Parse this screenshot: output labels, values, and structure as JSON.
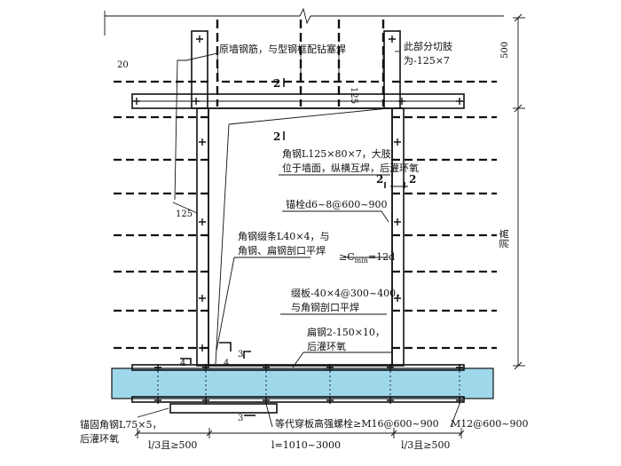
{
  "annotations": {
    "original_rebar": "原墙钢筋，与型钢框配钻塞焊",
    "cut_leg_line1": "此部分切肢",
    "cut_leg_line2": "为-125×7",
    "angle_main_line1": "角钢L125×80×7，大肢",
    "angle_main_line2": "位于墙面，纵横互焊，后灌环氧",
    "anchor_bolt": "锚栓d6~8@600~900",
    "batten_line1": "角钢缀条L40×4，与",
    "batten_line2": "角钢、扁钢剖口平焊",
    "cmin": "≥C",
    "cmin_sub": "min",
    "cmin_tail": "=12d",
    "plate_line1": "缀板-40×4@300~400，",
    "plate_line2": "与角钢剖口平焊",
    "flat_steel_line1": "扁钢2-150×10，",
    "flat_steel_line2": "后灌环氧",
    "anchor_angle_line1": "锚固角钢L75×5，",
    "anchor_angle_line2": "后灌环氧",
    "hs_bolt": "等代穿板高强螺栓≥M16@600~900",
    "m12": "M12@600~900",
    "dim_20": "20",
    "dim_125_top": "125",
    "dim_125_left": "125",
    "dim_500": "500",
    "dim_height": "洞高"
  },
  "section_marks": {
    "s2": "2",
    "s3": "3",
    "s4": "4"
  },
  "bottom_dims": {
    "left": "l/3且≥500",
    "center": "l=1010~3000",
    "right": "l/3且≥500"
  }
}
